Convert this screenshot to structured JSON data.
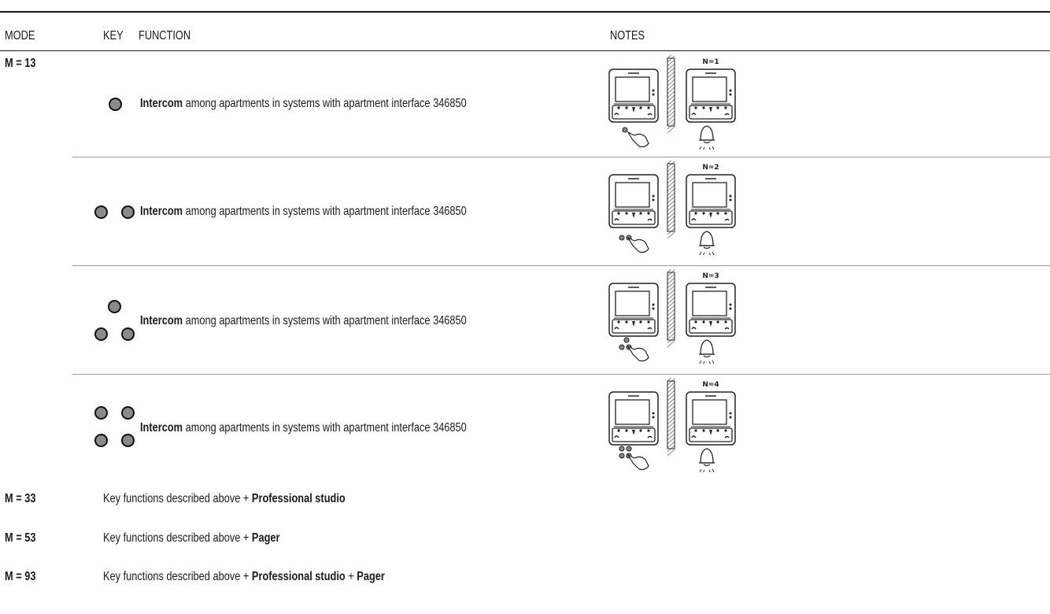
{
  "header": {
    "mode": "MODE",
    "key": "KEY",
    "function": "FUNCTION",
    "notes": "NOTES"
  },
  "first_mode": "M = 13",
  "rows": [
    {
      "bold": "Intercom",
      "text": " among apartments in systems with apartment interface 346850",
      "key_dots": 1,
      "badge": "N=1"
    },
    {
      "bold": "Intercom",
      "text": " among apartments in systems with apartment interface 346850",
      "key_dots": 2,
      "badge": "N=2"
    },
    {
      "bold": "Intercom",
      "text": " among apartments in systems with apartment interface 346850",
      "key_dots": 3,
      "badge": "N=3"
    },
    {
      "bold": "Intercom",
      "text": " among apartments in systems with apartment interface 346850",
      "key_dots": 4,
      "badge": "N=4"
    }
  ],
  "extra_modes": [
    {
      "mode": "M = 33",
      "prefix": "Key functions described above + ",
      "feature1": "Professional studio",
      "joiner": "",
      "feature2": ""
    },
    {
      "mode": "M = 53",
      "prefix": "Key functions described above + ",
      "feature1": "Pager",
      "joiner": "",
      "feature2": ""
    },
    {
      "mode": "M = 93",
      "prefix": "Key functions described above + ",
      "feature1": "Professional studio",
      "joiner": " + ",
      "feature2": "Pager"
    }
  ],
  "colors": {
    "dot_fill": "#8a8a8a",
    "dot_outline": "#111111",
    "line": "#1a1a1a",
    "divider": "#9a9a9a"
  },
  "icons": {
    "device": "video-handset-icon",
    "hand": "hand-pressing-icon",
    "bell": "bell-ringing-icon",
    "wall": "wall-partition-icon"
  }
}
